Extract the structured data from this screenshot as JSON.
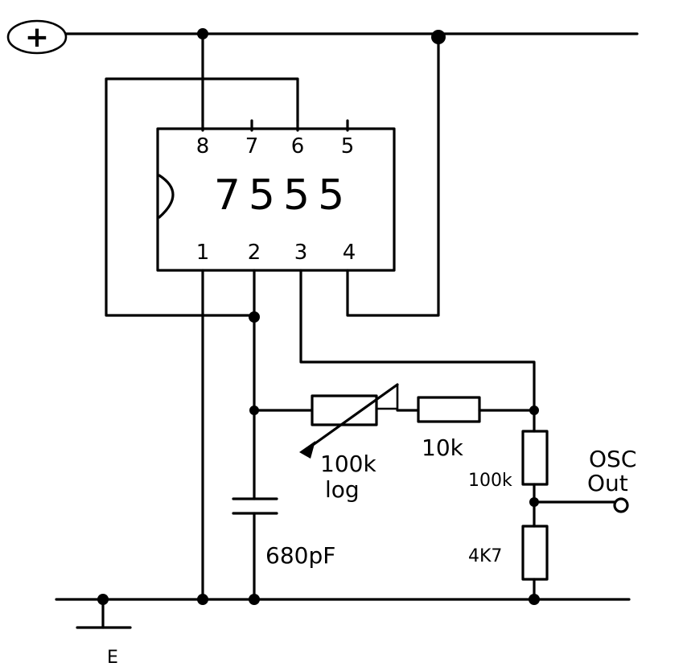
{
  "supply": {
    "positive_symbol": "+"
  },
  "ic": {
    "part": "7555",
    "top_pins": [
      "8",
      "7",
      "6",
      "5"
    ],
    "bottom_pins": [
      "1",
      "2",
      "3",
      "4"
    ]
  },
  "components": {
    "pot": {
      "value": "100k",
      "taper": "log"
    },
    "r_series": {
      "value": "10k"
    },
    "r_div_top": {
      "value": "100k"
    },
    "r_div_bottom": {
      "value": "4K7"
    },
    "cap": {
      "value": "680pF"
    }
  },
  "output": {
    "line1": "OSC",
    "line2": "Out"
  },
  "ground": {
    "symbol_label": "E"
  },
  "colors": {
    "ink": "#000000",
    "paper": "#ffffff"
  }
}
